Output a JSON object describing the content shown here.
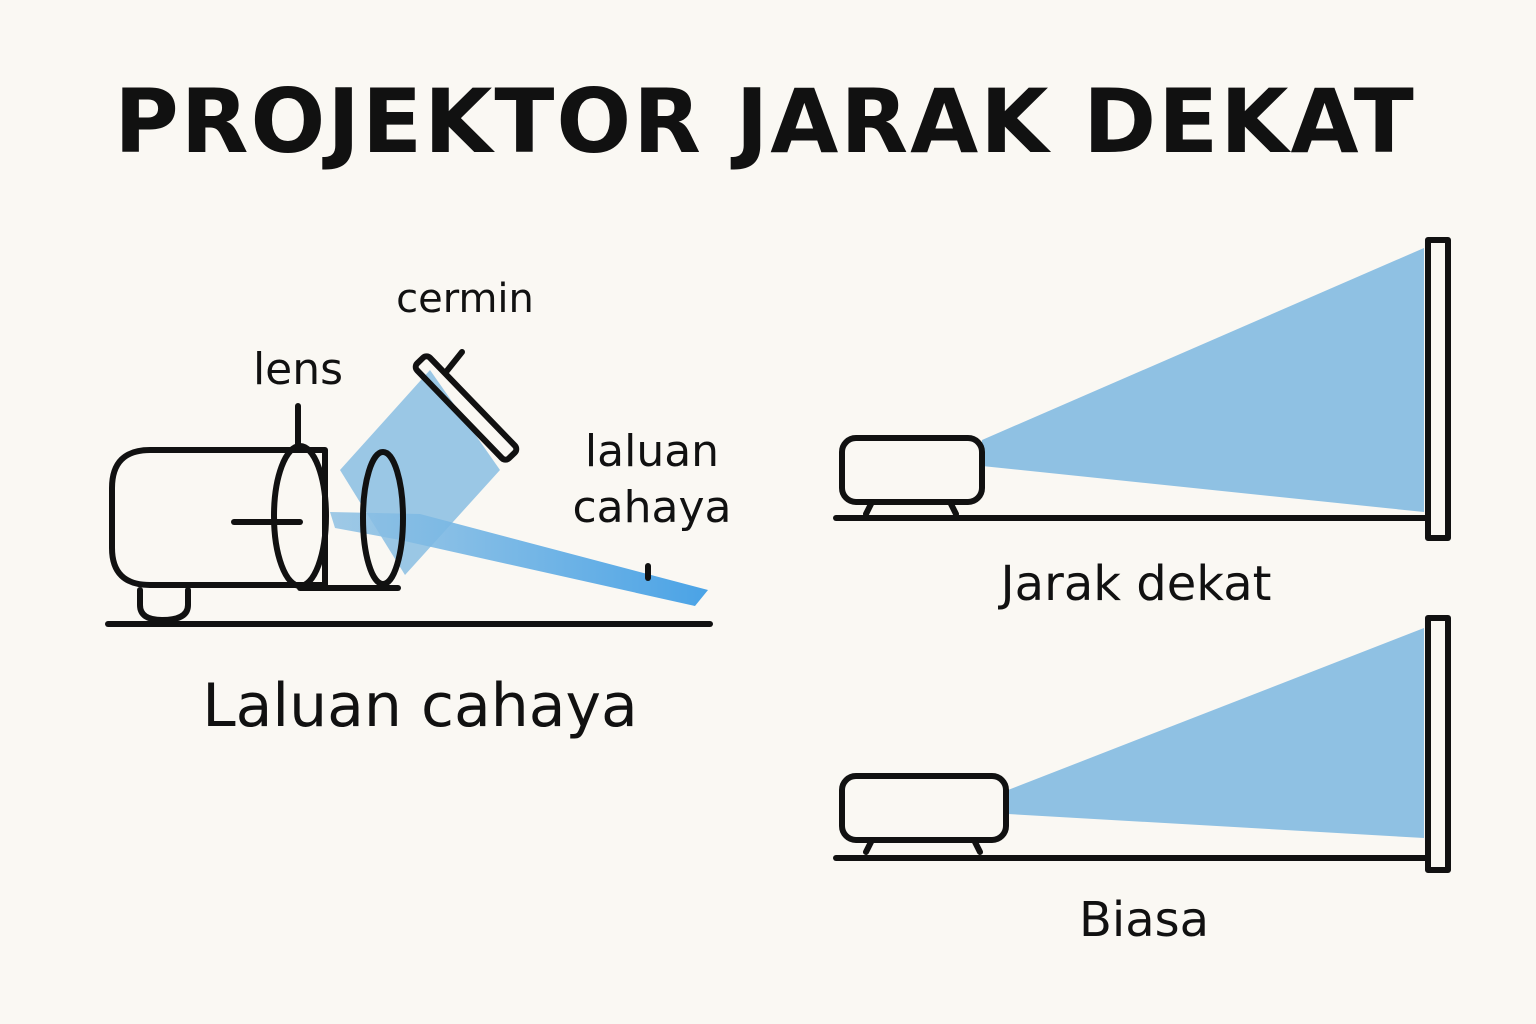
{
  "title": "PROJEKTOR JARAK DEKAT",
  "left_panel": {
    "label_mirror": "cermin",
    "label_lens": "lens",
    "label_light_path": [
      "laluan",
      "cahaya"
    ],
    "caption": "Laluan cahaya"
  },
  "right_top": {
    "caption": "Jarak dekat"
  },
  "right_bottom": {
    "caption": "Biasa"
  },
  "colors": {
    "beam": "#8fc1e3",
    "beam_dark": "#4aa3e6",
    "ink": "#111111",
    "background": "#faf8f3"
  }
}
